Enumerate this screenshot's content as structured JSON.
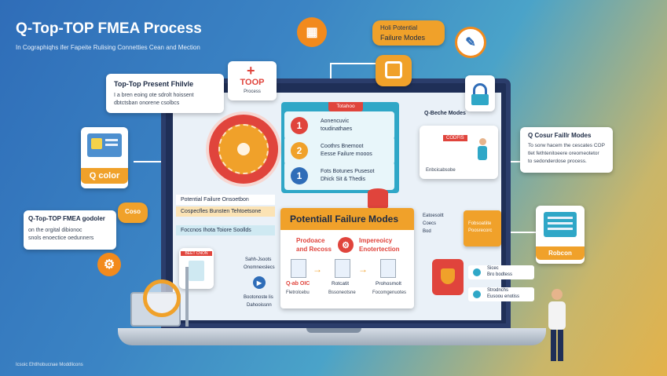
{
  "header": {
    "title": "Q-Top-TOP FMEA Process",
    "subtitle": "In Cographiqhs ifer Fapeite Rulising Connetties Cean and Mection"
  },
  "left_cards": {
    "present_failure": {
      "title": "Top-Top Present Fhilvle",
      "body_line1": "I a bren eoing ote sdrolt hoissent",
      "body_line2": "dbtctsban onorene csolbcs"
    },
    "color_tile": {
      "label": "Q color"
    },
    "fmea_godoler": {
      "title": "Q-Top-TOP FMEA godoler",
      "body_line1": "on the orgital dibionoc",
      "body_line2": "snols enoectice oedunners"
    },
    "small_orange": {
      "label": "Coso"
    }
  },
  "top_center": {
    "top_badge": {
      "title": "TOOP",
      "sub": "Process",
      "icon": "plus-icon"
    },
    "potential_tile": {
      "line1": "Holi Potential",
      "line2": "Failure Modes"
    }
  },
  "right_cards": {
    "cosup": {
      "title": "Q Cosur Faillr Modes",
      "body_line1": "To sorw hacem the cescates COP",
      "body_line2": "tlet fethtenitoeere oreomeotetor",
      "body_line3": "to sedonderdose process."
    },
    "q_beche": {
      "label": "Q-Beche Modes"
    },
    "station": {
      "label": "Robcon"
    }
  },
  "screen": {
    "tabs_label": "Totahoo",
    "steps": [
      {
        "num": "1",
        "line1": "Aonencuvic",
        "line2": "toudinathaes"
      },
      {
        "num": "2",
        "line1": "Coothrs Bnemoot",
        "line2": "Eesse Failure mooos"
      },
      {
        "num": "1",
        "line1": "Fots Botunes Pusesot",
        "line2": "Dhick Sit & Thedis"
      }
    ],
    "left_labels": {
      "potential": "Potential Failure Onsoetbon",
      "cospec": "Cospecfles Bunsten Tehtoetsone",
      "process": "Foccnos Ihota Toiore Soollds"
    },
    "potential_panel": {
      "title": "Potentiall Failure Modes",
      "col1_line1": "Prodoace",
      "col1_line2": "and Recoss",
      "col2_line1": "Impereoicy",
      "col2_line2": "Enotertection",
      "item1_label": "Q-ab OIC",
      "item1_sub": "Fletrolcebu",
      "item2_label": "Rotcatit",
      "item2_sub": "Bssoneotsne",
      "item3_label": "Prohosmolt",
      "item3_sub": "Focomgenuotes"
    },
    "doc_panel": {
      "header": "CODFIS",
      "caption": "Enbcicabsobe"
    },
    "side_text": {
      "a": "Eatoesoitt",
      "b": "Coecs",
      "c": "Bod"
    },
    "orange_list": {
      "line1": "Fobsoatiite",
      "line2": "Poosrecorc"
    },
    "left_small": {
      "a": "Sahh-Jsoots",
      "b": "Onomnexslecs",
      "c": "Bootonoste lis",
      "d": "Dahooissnn"
    },
    "right_rows": {
      "a": "Sicec",
      "b": "Bro bodtess",
      "c": "Strodnchs",
      "d": "Eusoou enotiss"
    },
    "monitor_label": "BEET CNON"
  },
  "footnote": "Icsoic Ehtlhobucnae Moddlicons",
  "colors": {
    "orange": "#f0a12a",
    "teal": "#2fa7c7",
    "red": "#e0443c",
    "navy": "#1f2f57"
  }
}
